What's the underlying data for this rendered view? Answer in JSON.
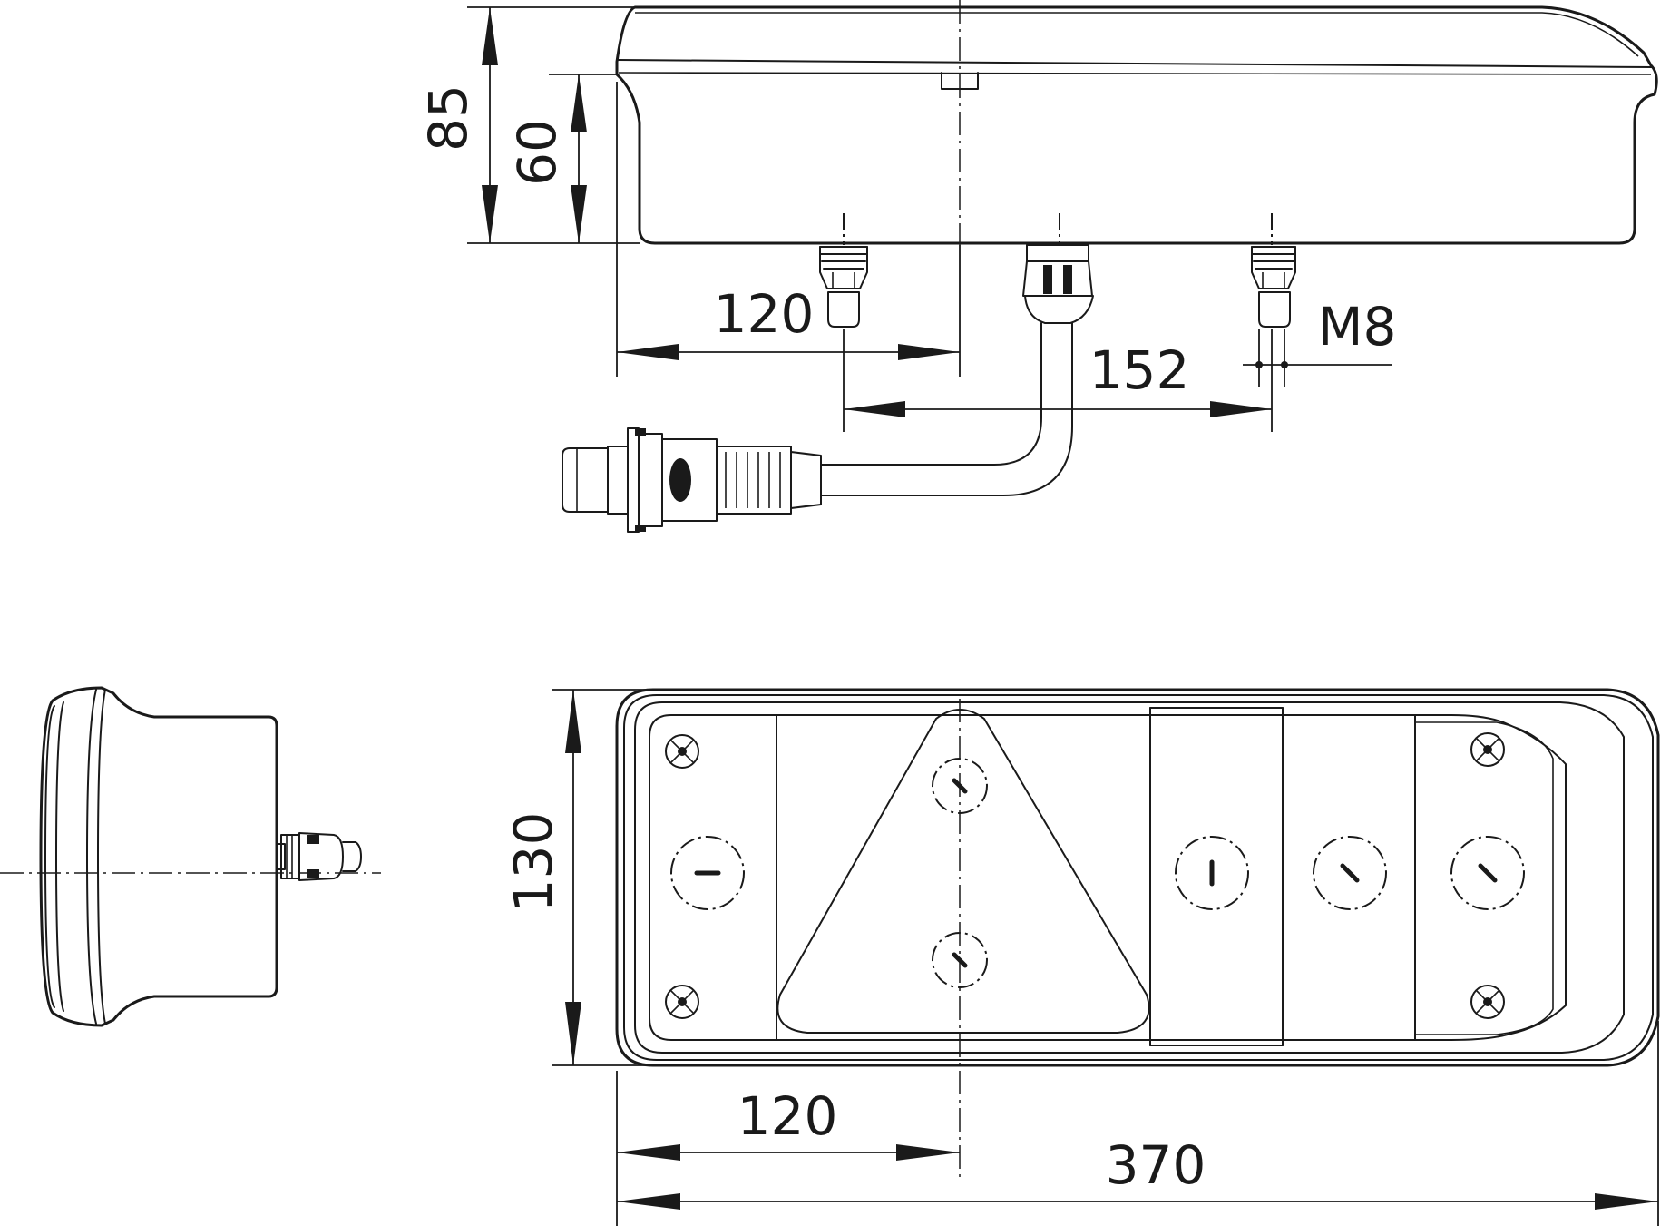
{
  "dimensions": {
    "height_total": "85",
    "height_body": "60",
    "stud_offset_top": "120",
    "stud_spacing": "152",
    "thread": "M8",
    "front_height": "130",
    "front_offset": "120",
    "length_total": "370"
  }
}
